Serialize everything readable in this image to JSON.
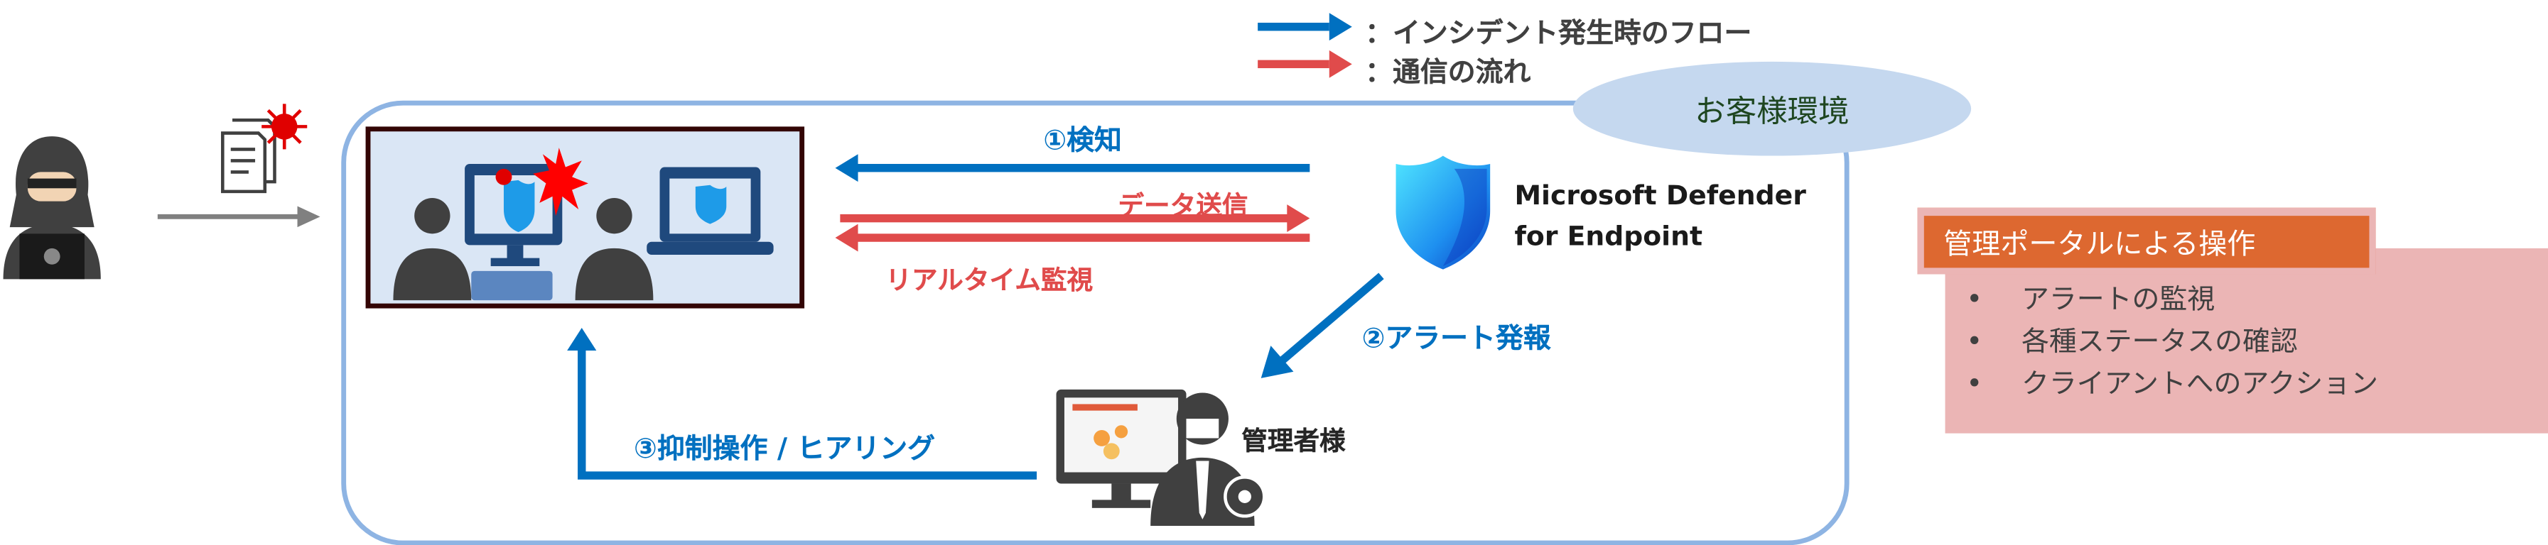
{
  "legend": {
    "items": [
      {
        "color": "#0070c0",
        "label": "：インシデント発生時のフロー"
      },
      {
        "color": "#e04b4b",
        "label": "：通信の流れ"
      }
    ]
  },
  "environment": {
    "label": "お客様環境"
  },
  "flows": {
    "detect": "①検知",
    "data_send": "データ送信",
    "realtime": "リアルタイム監視",
    "alert": "②アラート発報",
    "suppress": "③抑制操作 / ヒアリング"
  },
  "defender": {
    "line1": "Microsoft Defender",
    "line2": "for Endpoint"
  },
  "admin": {
    "label": "管理者様"
  },
  "portal": {
    "title": "管理ポータルによる操作",
    "items": [
      "アラートの監視",
      "各種ステータスの確認",
      "クライアントへのアクション"
    ]
  },
  "colors": {
    "blue": "#0070c0",
    "red": "#e04b4b",
    "env_border": "#8eb4e3",
    "portal_header": "#dd6830",
    "portal_body": "#ebb5b5"
  }
}
